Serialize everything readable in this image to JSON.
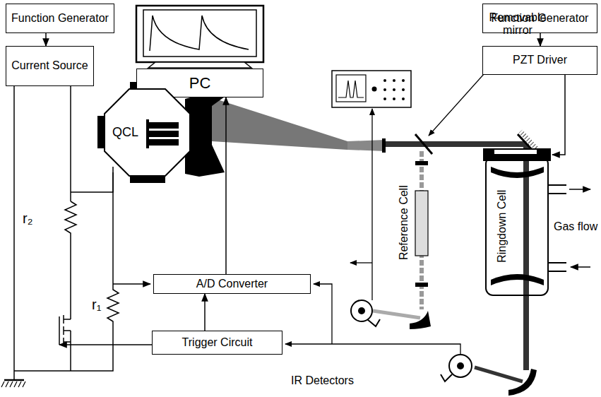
{
  "diagram": {
    "nodes": [
      {
        "text": [
          "Function Generator"
        ]
      },
      {
        "text": [
          "Current Source"
        ]
      },
      {
        "text": [
          "PC"
        ]
      },
      {
        "text": [
          "Function Generator"
        ]
      },
      {
        "text": [
          "PZT Driver"
        ]
      },
      {
        "text": [
          "QCL"
        ]
      },
      {
        "text": [
          "A/D Converter"
        ]
      },
      {
        "text": [
          "Trigger Circuit"
        ]
      }
    ],
    "edges": [
      {
        "from": 0,
        "to": 1,
        "arrow": "to"
      },
      {
        "from": 3,
        "to": 4,
        "arrow": "to"
      },
      {
        "from": 6,
        "to": 2,
        "arrow": "to"
      },
      {
        "from": 7,
        "to": 6,
        "arrow": "to"
      }
    ],
    "labels": [
      "Removable mirror",
      "r₂",
      "r₁",
      "Reference Cell",
      "Ringdown Cell",
      "Gas flow",
      "IR Detectors"
    ]
  }
}
